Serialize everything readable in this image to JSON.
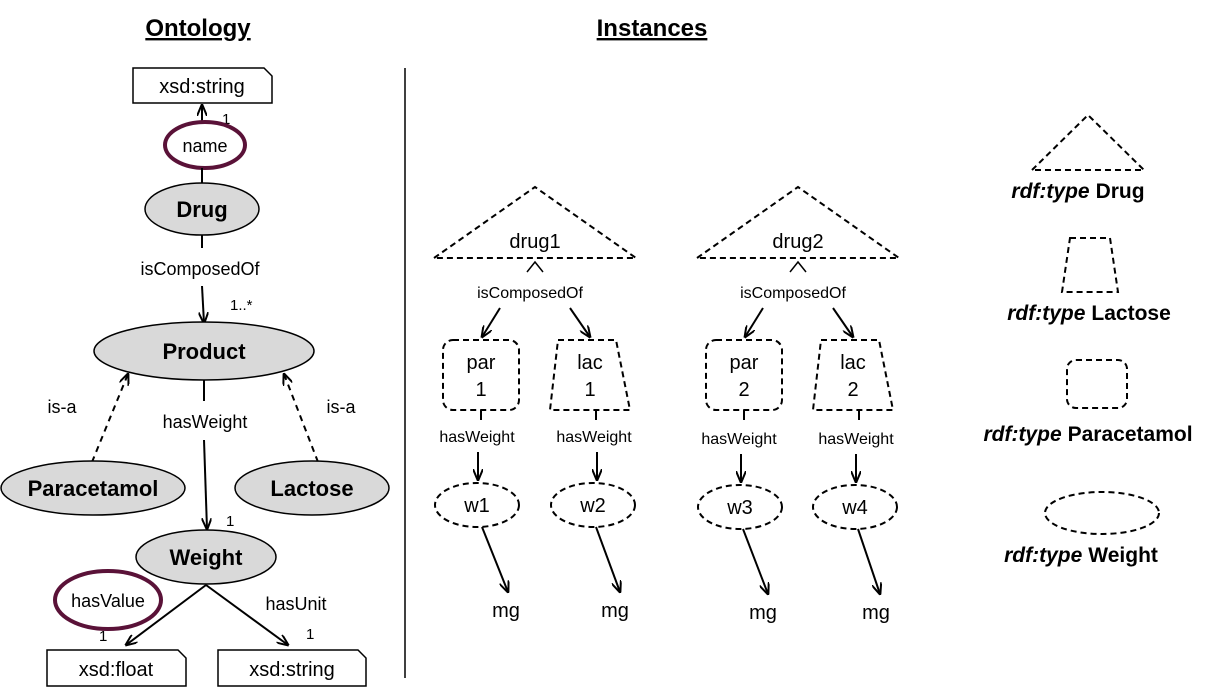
{
  "ontology": {
    "heading": "Ontology",
    "nodes": {
      "xsd_string_top": "xsd:string",
      "name": "name",
      "drug": "Drug",
      "product": "Product",
      "paracetamol": "Paracetamol",
      "lactose": "Lactose",
      "weight": "Weight",
      "has_value": "hasValue",
      "xsd_float": "xsd:float",
      "xsd_string_bottom": "xsd:string"
    },
    "edges": {
      "is_composed_of": "isComposedOf",
      "has_weight": "hasWeight",
      "has_unit": "hasUnit",
      "is_a_left": "is-a",
      "is_a_right": "is-a"
    },
    "cardinalities": {
      "name": "1",
      "is_composed_of": "1..*",
      "has_weight": "1",
      "has_value": "1",
      "has_unit": "1"
    }
  },
  "instances": {
    "heading": "Instances",
    "drugs": [
      "drug1",
      "drug2"
    ],
    "is_composed_of": [
      "isComposedOf",
      "isComposedOf"
    ],
    "par": [
      {
        "line1": "par",
        "line2": "1"
      },
      {
        "line1": "par",
        "line2": "2"
      }
    ],
    "lac": [
      {
        "line1": "lac",
        "line2": "1"
      },
      {
        "line1": "lac",
        "line2": "2"
      }
    ],
    "has_weight": [
      "hasWeight",
      "hasWeight",
      "hasWeight",
      "hasWeight"
    ],
    "weights": [
      "w1",
      "w2",
      "w3",
      "w4"
    ],
    "units": [
      "mg",
      "mg",
      "mg",
      "mg"
    ]
  },
  "legend": [
    {
      "prefix": "rdf:type",
      "cls": "Drug"
    },
    {
      "prefix": "rdf:type",
      "cls": "Lactose"
    },
    {
      "prefix": "rdf:type",
      "cls": "Paracetamol"
    },
    {
      "prefix": "rdf:type",
      "cls": "Weight"
    }
  ],
  "colors": {
    "class_fill": "#d9d9d9",
    "highlight": "#5a1238"
  }
}
